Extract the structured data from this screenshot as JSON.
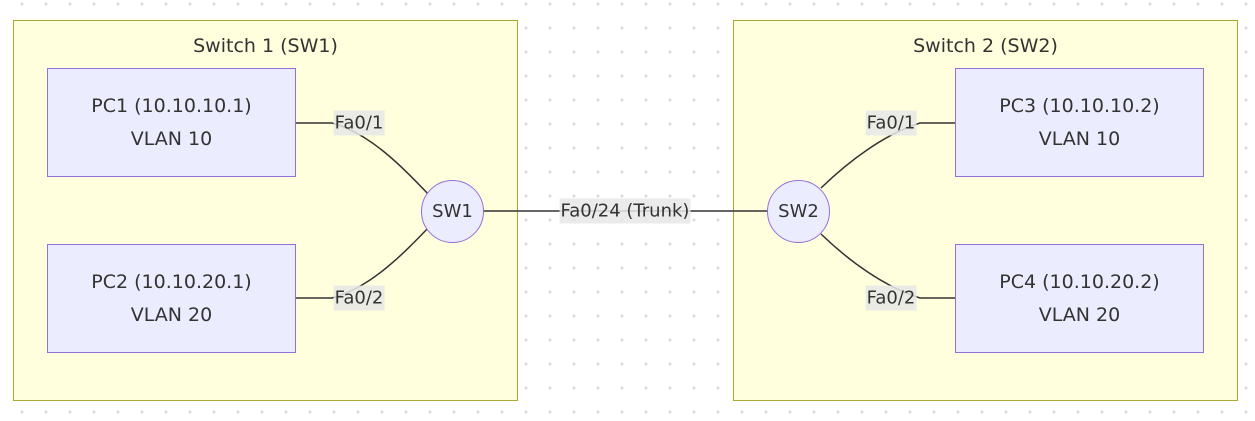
{
  "colors": {
    "cluster_fill": "#ffffde",
    "cluster_border": "#aaaa33",
    "node_fill": "#ececff",
    "node_border": "#9370db",
    "edge": "#333333",
    "label_bg": "#e8e8e8"
  },
  "clusters": {
    "sw1": {
      "title": "Switch 1 (SW1)"
    },
    "sw2": {
      "title": "Switch 2 (SW2)"
    }
  },
  "nodes": {
    "pc1": {
      "line1": "PC1 (10.10.10.1)",
      "line2": "VLAN 10"
    },
    "pc2": {
      "line1": "PC2 (10.10.20.1)",
      "line2": "VLAN 20"
    },
    "pc3": {
      "line1": "PC3 (10.10.10.2)",
      "line2": "VLAN 10"
    },
    "pc4": {
      "line1": "PC4 (10.10.20.2)",
      "line2": "VLAN 20"
    },
    "sw1": {
      "label": "SW1"
    },
    "sw2": {
      "label": "SW2"
    }
  },
  "edges": {
    "pc1_sw1": {
      "label": "Fa0/1"
    },
    "pc2_sw1": {
      "label": "Fa0/2"
    },
    "sw1_sw2": {
      "label": "Fa0/24 (Trunk)"
    },
    "sw2_pc3": {
      "label": "Fa0/1"
    },
    "sw2_pc4": {
      "label": "Fa0/2"
    }
  }
}
